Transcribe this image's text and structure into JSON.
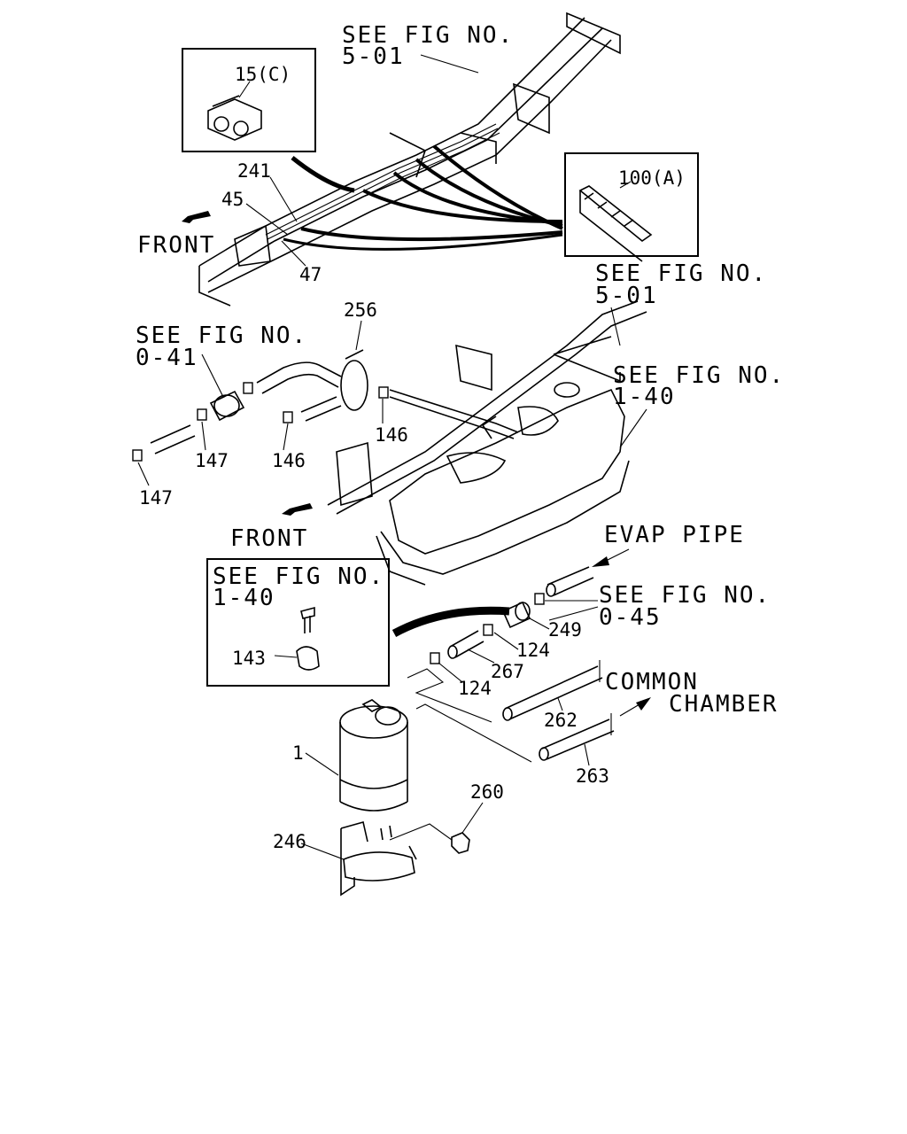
{
  "refs": {
    "fig_501_top": [
      "SEE FIG NO.",
      "5-01"
    ],
    "fig_501_mid": [
      "SEE FIG NO.",
      "5-01"
    ],
    "fig_041": [
      "SEE FIG NO.",
      "0-41"
    ],
    "fig_140_tank": [
      "SEE FIG NO.",
      "1-40"
    ],
    "fig_140_inset": [
      "SEE FIG NO.",
      "1-40"
    ],
    "fig_045": [
      "SEE FIG NO.",
      "0-45"
    ]
  },
  "directions": {
    "front_top": "FRONT",
    "front_mid": "FRONT"
  },
  "flows": {
    "evap_pipe": "EVAP PIPE",
    "common_chamber": [
      "COMMON",
      "CHAMBER"
    ]
  },
  "parts": {
    "p15c": "15(C)",
    "p100a": "100(A)",
    "p241": "241",
    "p45": "45",
    "p47": "47",
    "p256": "256",
    "p147a": "147",
    "p147b": "147",
    "p146a": "146",
    "p146b": "146",
    "p249": "249",
    "p124a": "124",
    "p124b": "124",
    "p267": "267",
    "p143": "143",
    "p262": "262",
    "p263": "263",
    "p1": "1",
    "p260": "260",
    "p246": "246"
  }
}
